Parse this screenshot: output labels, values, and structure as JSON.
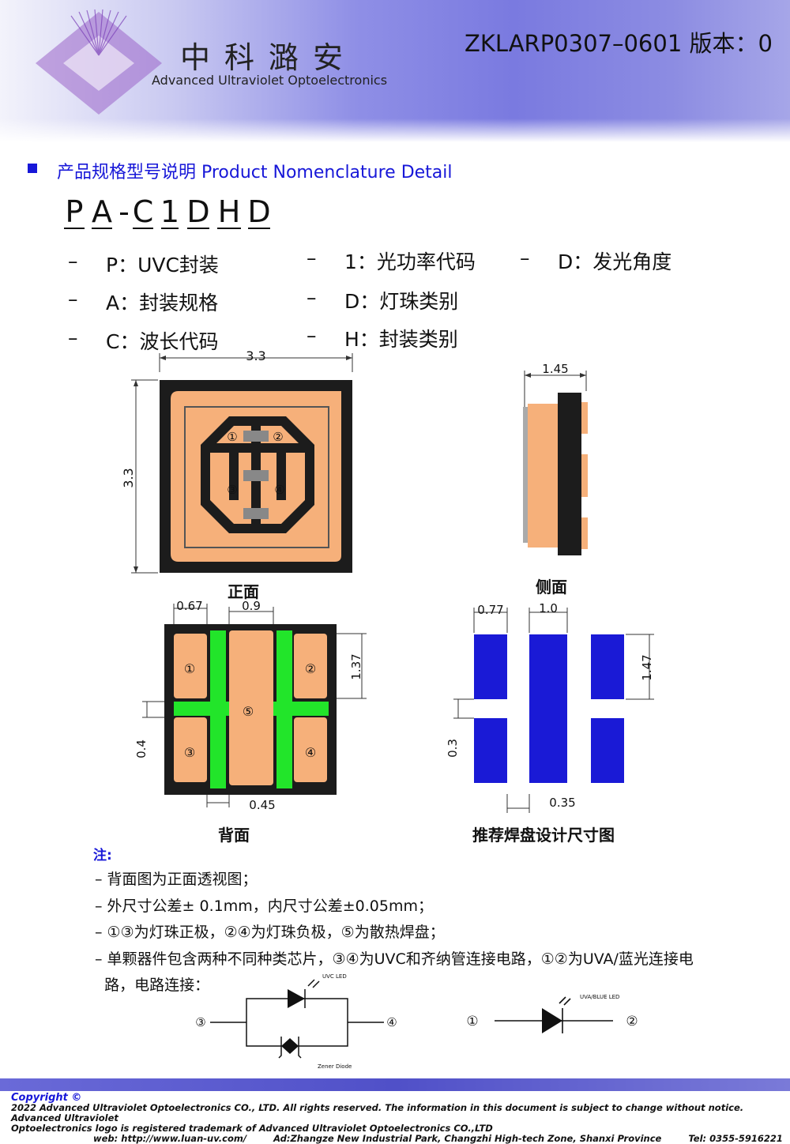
{
  "header": {
    "company_cn": "中科潞安",
    "company_en": "Advanced Ultraviolet Optoelectronics",
    "doc_code": "ZKLARP0307–0601 版本：0"
  },
  "section": {
    "title": "产品规格型号说明 Product Nomenclature Detail"
  },
  "part_number": {
    "chars": [
      "P",
      "A",
      "-",
      "C",
      "1",
      "D",
      "H",
      "D"
    ]
  },
  "legend": {
    "dash": "–",
    "items": [
      "P：UVC封装",
      "A：封装规格",
      "C：波长代码",
      "1：光功率代码",
      "D：灯珠类别",
      "H：封装类别",
      "D：发光角度"
    ]
  },
  "figures": {
    "front": {
      "caption": "正面",
      "width": "3.3",
      "height": "3.3",
      "pads": [
        "①",
        "②",
        "③",
        "④"
      ]
    },
    "side": {
      "caption": "侧面",
      "thickness": "1.45"
    },
    "back": {
      "caption": "背面",
      "dim_pad_width": "0.67",
      "dim_center_width": "0.9",
      "dim_pad_height": "1.37",
      "dim_gap": "0.4",
      "dim_bottom": "0.45",
      "pads": [
        "①",
        "②",
        "③",
        "④",
        "⑤"
      ]
    },
    "recommended": {
      "caption": "推荐焊盘设计尺寸图",
      "dim_pad_width": "0.77",
      "dim_center_width": "1.0",
      "dim_pad_height": "1.47",
      "dim_gap": "0.3",
      "dim_bottom": "0.35"
    }
  },
  "notes": {
    "label": "注:",
    "items": [
      "– 背面图为正面透视图；",
      "– 外尺寸公差± 0.1mm，内尺寸公差±0.05mm；",
      "– ①③为灯珠正极，②④为灯珠负极，⑤为散热焊盘；",
      "– 单颗器件包含两种不同种类芯片，③④为UVC和齐纳管连接电路，①②为UVA/蓝光连接电",
      "  路，电路连接："
    ]
  },
  "circuits": {
    "uvc": {
      "label": "UVC LED",
      "zener_label": "Zener Diode",
      "left_pin": "③",
      "right_pin": "④"
    },
    "uva": {
      "label": "UVA/BLUE LED",
      "left_pin": "①",
      "right_pin": "②"
    }
  },
  "footer": {
    "copyright": "Copyright ©",
    "line1": "2022 Advanced Ultraviolet Optoelectronics CO., LTD. All rights reserved. The information in this document is subject to change without notice. Advanced Ultraviolet",
    "line2": "Optoelectronics logo is registered trademark of Advanced Ultraviolet Optoelectronics CO.,LTD",
    "web": "web: http://www.luan-uv.com/",
    "address": "Ad:Zhangze New Industrial Park, Changzhi High-tech Zone, Shanxi Province",
    "tel": "Tel:  0355-5916221"
  },
  "colors": {
    "accent_blue": "#1717d8",
    "pad_orange": "#f6b07a",
    "pad_green": "#22e52a",
    "pad_blue": "#1a1ad6",
    "body_dark": "#1c1c1c"
  }
}
